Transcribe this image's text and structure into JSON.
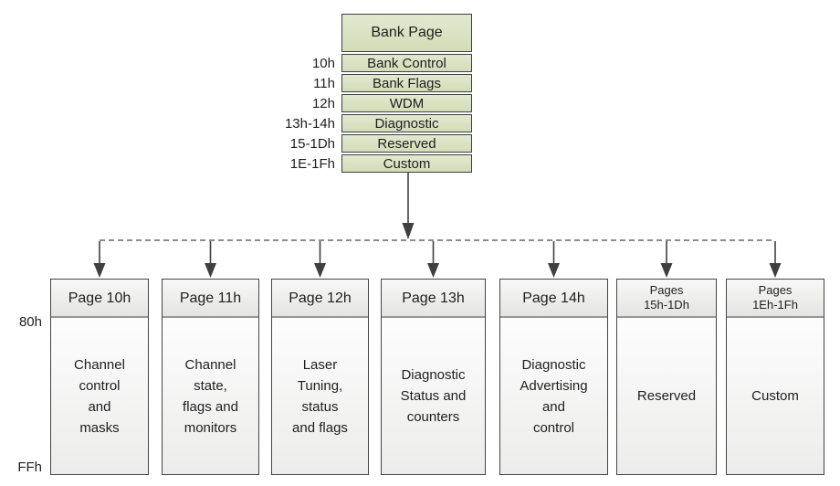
{
  "bank_table": {
    "header": "Bank Page",
    "rows": [
      {
        "address": "10h",
        "label": "Bank Control"
      },
      {
        "address": "11h",
        "label": "Bank Flags"
      },
      {
        "address": "12h",
        "label": "WDM"
      },
      {
        "address": "13h-14h",
        "label": "Diagnostic"
      },
      {
        "address": "15-1Dh",
        "label": "Reserved"
      },
      {
        "address": "1E-1Fh",
        "label": "Custom"
      }
    ]
  },
  "range_labels": {
    "top": "80h",
    "bottom": "FFh"
  },
  "pages": [
    {
      "header_lines": [
        "Page 10h"
      ],
      "body_lines": [
        "Channel",
        "control",
        "and",
        "masks"
      ]
    },
    {
      "header_lines": [
        "Page 11h"
      ],
      "body_lines": [
        "Channel",
        "state,",
        "flags and",
        "monitors"
      ]
    },
    {
      "header_lines": [
        "Page 12h"
      ],
      "body_lines": [
        "Laser",
        "Tuning,",
        "status",
        "and flags"
      ]
    },
    {
      "header_lines": [
        "Page 13h"
      ],
      "body_lines": [
        "Diagnostic",
        "Status and",
        "counters"
      ]
    },
    {
      "header_lines": [
        "Page 14h"
      ],
      "body_lines": [
        "Diagnostic",
        "Advertising",
        "and",
        "control"
      ]
    },
    {
      "header_lines": [
        "Pages",
        "15h-1Dh"
      ],
      "body_lines": [
        "Reserved"
      ]
    },
    {
      "header_lines": [
        "Pages",
        "1Eh-1Fh"
      ],
      "body_lines": [
        "Custom"
      ]
    }
  ],
  "colors": {
    "table_fill": "#dce3c5",
    "table_border": "#3f3f3f",
    "box_border": "#454545",
    "box_header_top": "#f8f8f7",
    "box_header_bottom": "#e4e4e3",
    "box_body_top": "#fdfdfd",
    "box_body_bottom": "#ececeb",
    "arrow": "#3f3f3f",
    "dashed_line": "#8c8c8c",
    "text": "#1f1f1f"
  }
}
